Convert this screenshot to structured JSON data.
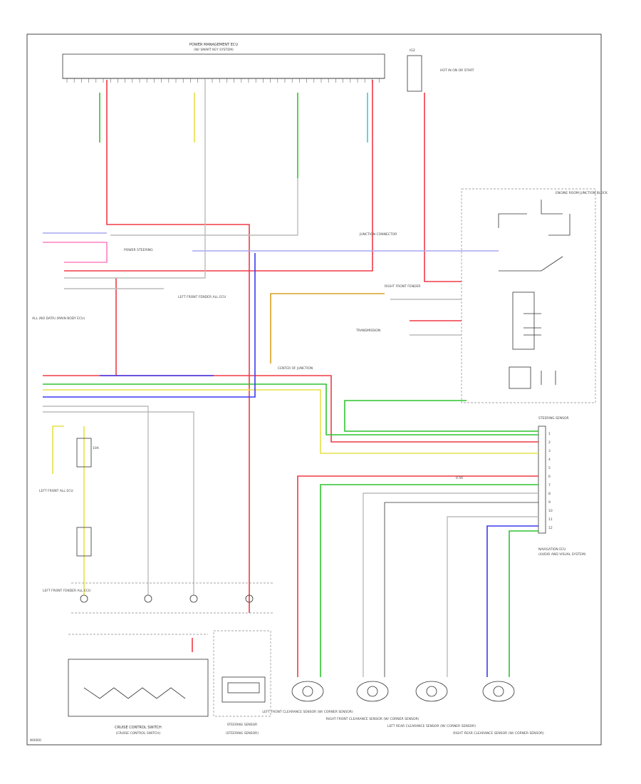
{
  "page_code": "W0000",
  "colors": {
    "red": "#f03a47",
    "pink": "#ff80c0",
    "green": "#2ec42e",
    "yellow": "#e6e04a",
    "blue": "#3a3af0",
    "lavender": "#a6a6f2",
    "orange": "#d9a020",
    "cyan": "#40c8d8",
    "gray": "#b8b8b8",
    "black": "#333333"
  },
  "labels": {
    "top_connector_title": "POWER MANAGEMENT ECU",
    "top_connector_subtitle": "(W/ SMART KEY SYSTEM)",
    "all_data_label": "ALL (NO DATA) (MAIN BODY ECU)",
    "junction_connector_label": "JUNCTION CONNECTOR",
    "left_ground_label": "LEFT FRONT FENDER ALL ECU",
    "lower_left_ground": "LEFT FRONT ALL ECU",
    "fender_ground_label": "RIGHT FRONT FENDER",
    "inline_connector": "CENTER OF JUNCTION",
    "cruise_switch": "CRUISE CONTROL SWITCH",
    "cruise_switch_sub": "(CRUISE CONTROL SWITCH)",
    "steering_sensor": "STEERING SENSOR",
    "steering_sensor_sub": "(STEERING SENSOR)",
    "nav_ecu": "NAVIGATION ECU",
    "nav_ecu_sub": "(AUDIO AND VISUAL SYSTEM)",
    "sensor_lf": "LEFT FRONT CLEARANCE SENSOR (W/ CORNER SENSOR)",
    "sensor_rf": "RIGHT FRONT CLEARANCE SENSOR (W/ CORNER SENSOR)",
    "sensor_lr": "LEFT REAR CLEARANCE SENSOR (W/ CORNER SENSOR)",
    "sensor_rr": "RIGHT REAR CLEARANCE SENSOR (W/ CORNER SENSOR)",
    "power_steering": "POWER STEERING",
    "transmission_ecu": "TRANSMISSION",
    "hot_in": "HOT IN ON OR START",
    "ig2": "IG2",
    "engine_room_junction": "ENGINE ROOM JUNCTION BLOCK",
    "fuse_10a": "10A",
    "left_ig_wire": "LEFT FRONT FENDER ALL ECU",
    "wire_code": "0.5R"
  },
  "connector_pins": [
    "1",
    "2",
    "3",
    "4",
    "5",
    "6",
    "7",
    "8",
    "9",
    "10",
    "11",
    "12"
  ]
}
